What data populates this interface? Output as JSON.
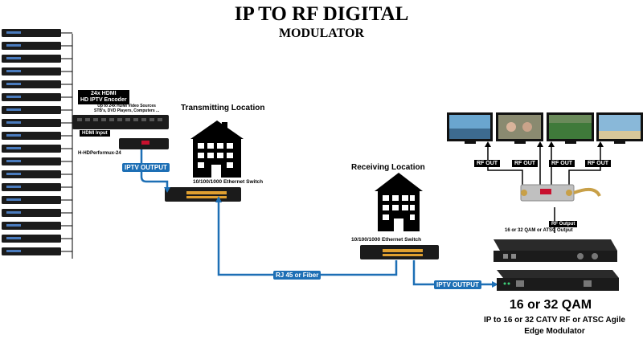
{
  "title": {
    "line1": "IP TO RF DIGITAL",
    "line2": "MODULATOR"
  },
  "encoder": {
    "label_line1": "24x HDMI",
    "label_line2": "HD IPTV Encoder",
    "sources_line1": "Up to 24x HDMI Video Sources",
    "sources_line2": "STB's, DVD Players, Computers ...",
    "hdmi_input": "HDMI Input",
    "model": "H-HDPerformux-24"
  },
  "transmitting": {
    "heading": "Transmitting Location",
    "switch_label": "10/100/1000 Ethernet Switch"
  },
  "receiving": {
    "heading": "Receiving Location",
    "switch_label": "10/100/1000 Ethernet Switch"
  },
  "links": {
    "iptv_output_tx": "IPTV OUTPUT",
    "rj45": "RJ 45 or Fiber",
    "iptv_output_rx": "IPTV OUTPUT"
  },
  "rf": {
    "out_labels": [
      "RF OUT",
      "RF OUT",
      "RF OUT",
      "RF OUT"
    ],
    "rf_output": "RF Output",
    "modulator_output": "16 or 32 QAM or ATSC Output"
  },
  "product": {
    "name": "16 or 32 QAM",
    "desc_line1": "IP to 16 or 32 CATV RF or ATSC Agile",
    "desc_line2": "Edge Modulator"
  },
  "colors": {
    "link": "#1d6fb5",
    "device": "#1b1b1b",
    "accent": "#c8102e"
  }
}
